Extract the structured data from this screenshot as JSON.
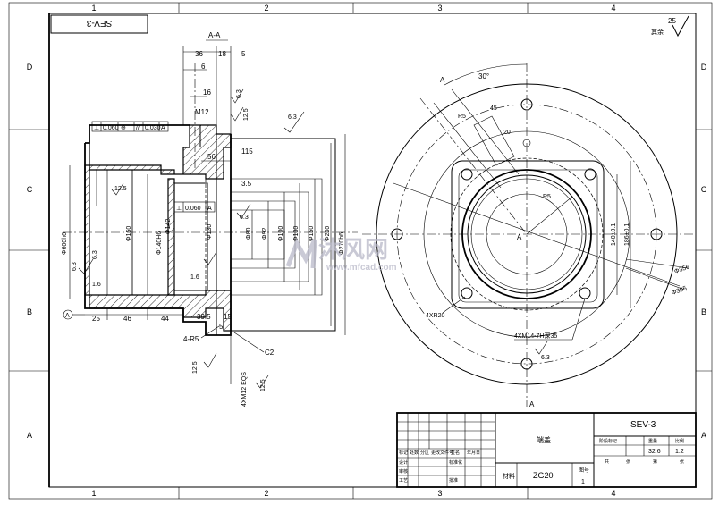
{
  "drawing": {
    "code_box": "SEV-3",
    "section_label": "A-A",
    "view_letter": "A",
    "surface_rest": "25",
    "surface_rest_note": "其余",
    "border_columns": [
      "1",
      "2",
      "3",
      "4"
    ],
    "border_rows": [
      "D",
      "C",
      "B",
      "A"
    ]
  },
  "section_view": {
    "top_dims": [
      "36",
      "18",
      "5",
      "6",
      "16",
      "M12"
    ],
    "roughness": [
      "6.3",
      "12.5",
      "6.3",
      "12.5",
      "6.3",
      "6.3",
      "1.6",
      "6.3",
      "1.6",
      "12.5",
      "12.5"
    ],
    "tolerances": {
      "flatness": "0.060",
      "parallel_sym": "//",
      "parallel": "0.030",
      "datum": "A",
      "perp": "0.060"
    },
    "small_dims": [
      "56",
      "115",
      "3.5",
      "39.5",
      "15",
      "5"
    ],
    "diameters": [
      "Φ600h6",
      "Φ150",
      "Φ140H6",
      "Φ142",
      "Φ130",
      "Φ80",
      "Φ92",
      "Φ100",
      "Φ130",
      "Φ150",
      "Φ230",
      "Φ270h6"
    ],
    "bottom_dims": [
      "25",
      "46",
      "44"
    ],
    "chamfer": "4-R5",
    "chamfer2": "C2",
    "thread_note": "4XM12 EQS",
    "datum_label": "A"
  },
  "front_view": {
    "angle": "30°",
    "labels": [
      "A",
      "A",
      "45",
      "R5",
      "20",
      "R5",
      "A"
    ],
    "dims_right": [
      "140±0.1",
      "186±0.1"
    ],
    "dia_notes": [
      "Φ356",
      "Φ305"
    ],
    "hole_note_left": "4XR20",
    "hole_note_bottom": "4XM14-7H深35",
    "roughness": "6.3"
  },
  "title_block": {
    "part_name": "端盖",
    "material_label": "材料",
    "material": "ZG20",
    "code": "SEV-3",
    "weight": "32.6",
    "scale": "1:2",
    "sheets": "1",
    "sheet_label": "图号",
    "cells_left": [
      "标记",
      "处数",
      "分区",
      "更改文件号",
      "签名",
      "年月日",
      "设计",
      "标准化",
      "审核",
      "工艺",
      "批准"
    ],
    "cells_right": [
      "阶段标记",
      "重量",
      "比例",
      "共",
      "张",
      "第",
      "张"
    ]
  },
  "watermark": {
    "cn": "沐风网",
    "url": "www.mfcad.com"
  }
}
